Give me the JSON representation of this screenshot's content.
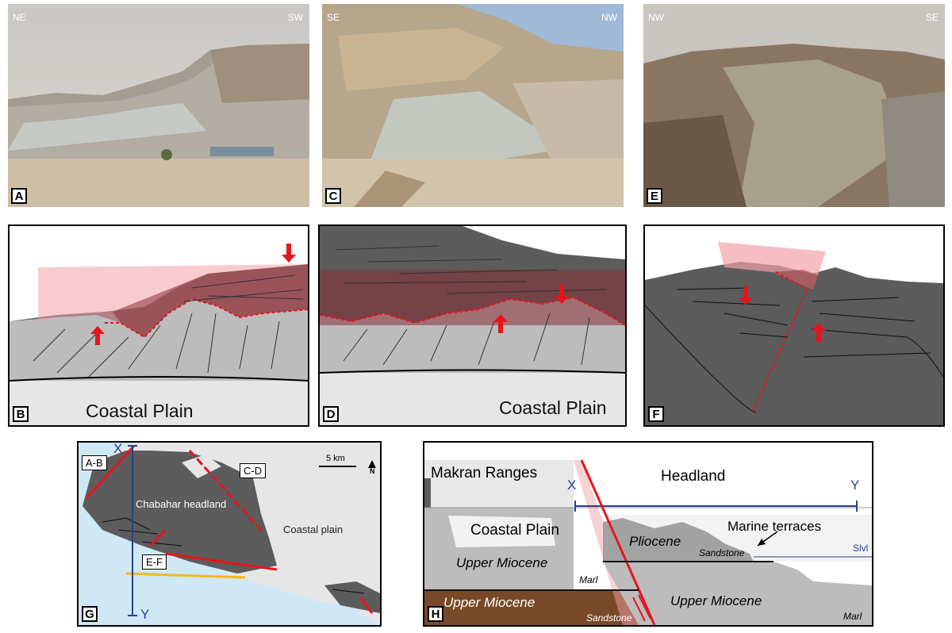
{
  "panels": {
    "A": {
      "tag": "A",
      "left_dir": "NE",
      "right_dir": "SW"
    },
    "C": {
      "tag": "C",
      "left_dir": "SE",
      "right_dir": "NW"
    },
    "E": {
      "tag": "E",
      "left_dir": "NW",
      "right_dir": "SE"
    },
    "B": {
      "tag": "B",
      "plain_label": "Coastal Plain"
    },
    "D": {
      "tag": "D",
      "plain_label": "Coastal Plain"
    },
    "F": {
      "tag": "F"
    }
  },
  "map": {
    "tag": "G",
    "labels": {
      "x": "X",
      "y": "Y",
      "ab": "A-B",
      "cd": "C-D",
      "ef": "E-F",
      "headland": "Chabahar headland",
      "coastal": "Coastal plain",
      "scale": "5 km",
      "north": "N"
    }
  },
  "section": {
    "tag": "H",
    "labels": {
      "makran": "Makran Ranges",
      "headland": "Headland",
      "x": "X",
      "y": "Y",
      "coastal": "Coastal Plain",
      "terraces": "Marine terraces",
      "pliocene": "Pliocene",
      "sandstone1": "Sandstone",
      "slvl": "Slvl",
      "upper_miocene_left": "Upper Miocene",
      "marl_left": "Marl",
      "upper_miocene_brown": "Upper Miocene",
      "sandstone2": "Sandstone",
      "upper_miocene_right": "Upper Miocene",
      "marl_right": "Marl"
    }
  },
  "colors": {
    "dark_rock": "#5c5c5c",
    "light_rock": "#bcbcbc",
    "plain": "#e6e6e6",
    "fault": "#e8141b",
    "pink": "#f2a3a8",
    "brown": "#7a4a28",
    "sea": "#cfe8f6",
    "blue_line": "#2b3f8f",
    "yellow": "#f3b81b"
  }
}
